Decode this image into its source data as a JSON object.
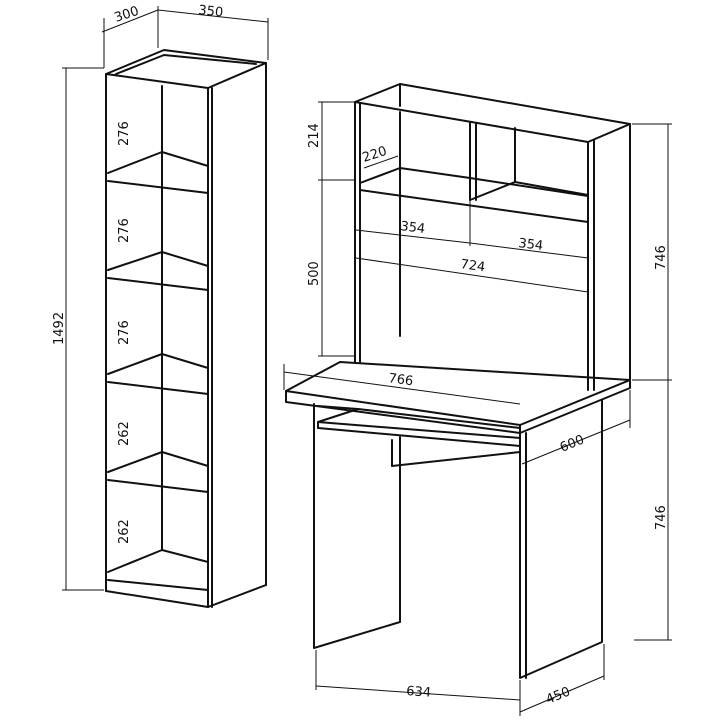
{
  "bookcase": {
    "width_label": "350",
    "depth_label": "300",
    "height_label": "1492",
    "shelf_labels": [
      "276",
      "276",
      "276",
      "262",
      "262"
    ]
  },
  "hutch": {
    "height_label": "214",
    "depth_label": "220",
    "span_label": "500",
    "compartment_left_label": "354",
    "compartment_right_label": "354",
    "inner_width_label": "724",
    "total_height_label": "746"
  },
  "desk": {
    "top_width_label": "766",
    "top_depth_label": "600",
    "height_label": "746",
    "base_width_label": "634",
    "base_depth_label": "450"
  }
}
